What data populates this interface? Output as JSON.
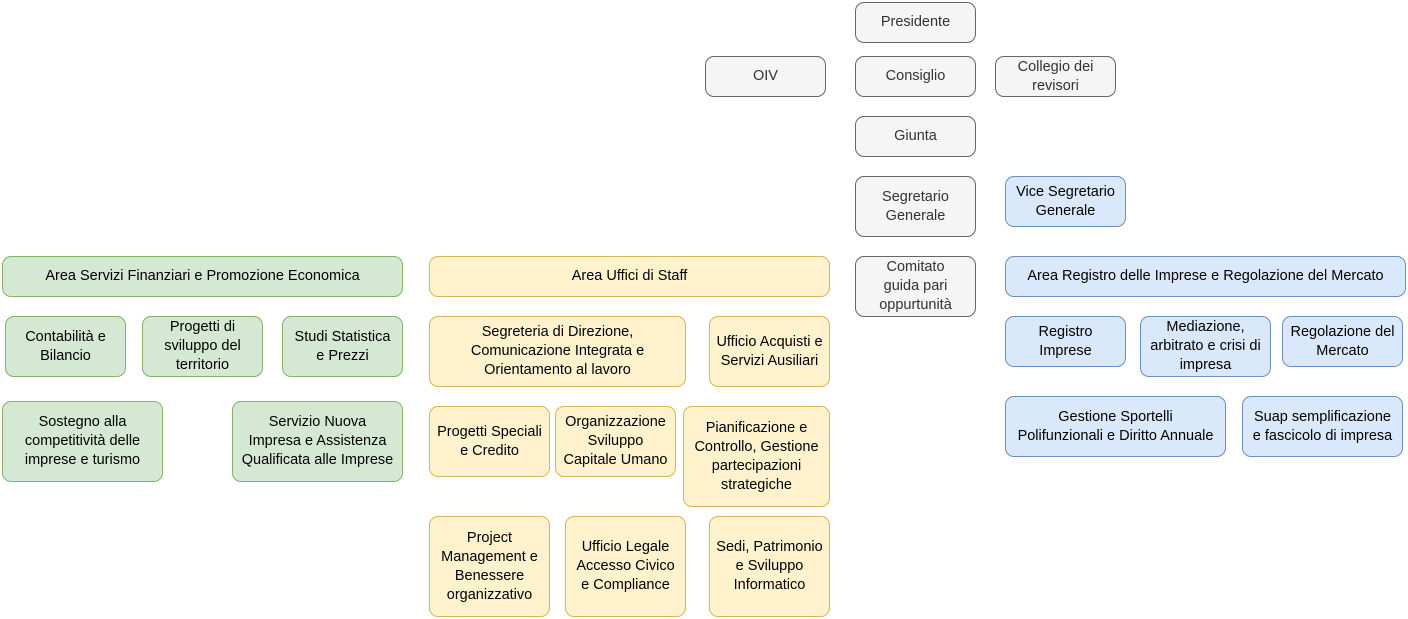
{
  "governance": {
    "presidente": "Presidente",
    "oiv": "OIV",
    "consiglio": "Consiglio",
    "collegio": "Collegio dei\nrevisori",
    "giunta": "Giunta",
    "segretario": "Segretario\nGenerale",
    "vice_segretario": "Vice Segretario\nGenerale",
    "comitato": "Comitato\nguida pari\noppurtunità"
  },
  "area_finanziaria": {
    "title": "Area Servizi Finanziari e Promozione Economica",
    "units": [
      "Contabilità e\nBilancio",
      "Progetti di\nsviluppo del\nterritorio",
      "Studi Statistica\ne Prezzi",
      "Sostegno alla\ncompetitività delle\nimprese e turismo",
      "Servizio Nuova\nImpresa e Assistenza\nQualificata alle Imprese"
    ]
  },
  "area_staff": {
    "title": "Area Uffici di Staff",
    "units": [
      "Segreteria di Direzione,\nComunicazione Integrata e\nOrientamento al lavoro",
      "Ufficio Acquisti e\nServizi Ausiliari",
      "Progetti Speciali\ne Credito",
      "Organizzazione\nSviluppo\nCapitale Umano",
      "Pianificazione e\nControllo, Gestione\npartecipazioni\nstrategiche",
      "Project\nManagement e\nBenessere\norganizzativo",
      "Ufficio Legale\nAccesso Civico\ne Compliance",
      "Sedi, Patrimonio\ne Sviluppo\nInformatico"
    ]
  },
  "area_registro": {
    "title": "Area Registro delle Imprese e Regolazione del Mercato",
    "units": [
      "Registro\nImprese",
      "Mediazione,\narbitrato e crisi di\nimpresa",
      "Regolazione del\nMercato",
      "Gestione Sportelli\nPolifunzionali e Diritto Annuale",
      "Suap semplificazione\ne fascicolo di impresa"
    ]
  },
  "colors": {
    "gray_fill": "#f5f5f5",
    "green_fill": "#d5e8d4",
    "yellow_fill": "#fff2cc",
    "blue_fill": "#dae8fc"
  }
}
